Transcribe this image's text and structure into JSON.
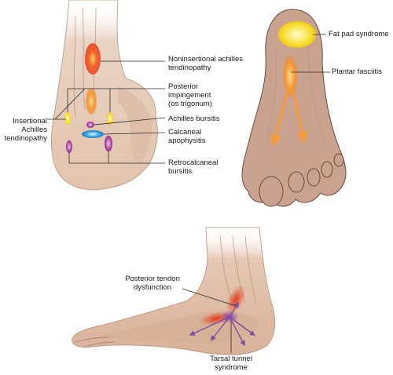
{
  "heel_view": {
    "labels": {
      "noninsertional": "Noninsertional achilles\ntendinopathy",
      "posterior_impingement": "Posterior\nimpingement\n(os trigonum)",
      "achilles_bursitis": "Achilles bursitis",
      "calcaneal_apophysitis": "Calcaneal\napophysitis",
      "retrocalcaneal_bursitis": "Retrocalcaneal\nbursitis",
      "insertional_achilles": "Insertional\nAchilles\ntendinopathy"
    }
  },
  "sole_view": {
    "labels": {
      "fat_pad": "Fat pad syndrome",
      "plantar_fasciitis": "Plantar fasciitis"
    }
  },
  "side_view": {
    "labels": {
      "posterior_tendon": "Posterior tendon\ndysfunction",
      "tarsal_tunnel": "Tarsal tunnel\nsyndrome"
    }
  },
  "colors": {
    "skin": "#e9d3c3",
    "skin_shade": "#c9a48c",
    "inflammation_red": "#e23b1c",
    "inflammation_orange": "#f29a3a",
    "yellow_spot": "#f7e23a",
    "purple_spot": "#b04aa8",
    "blue_spot": "#3aa6e6",
    "sole_fill": "#c9a290",
    "nerve_purple": "#7a4f9e"
  }
}
